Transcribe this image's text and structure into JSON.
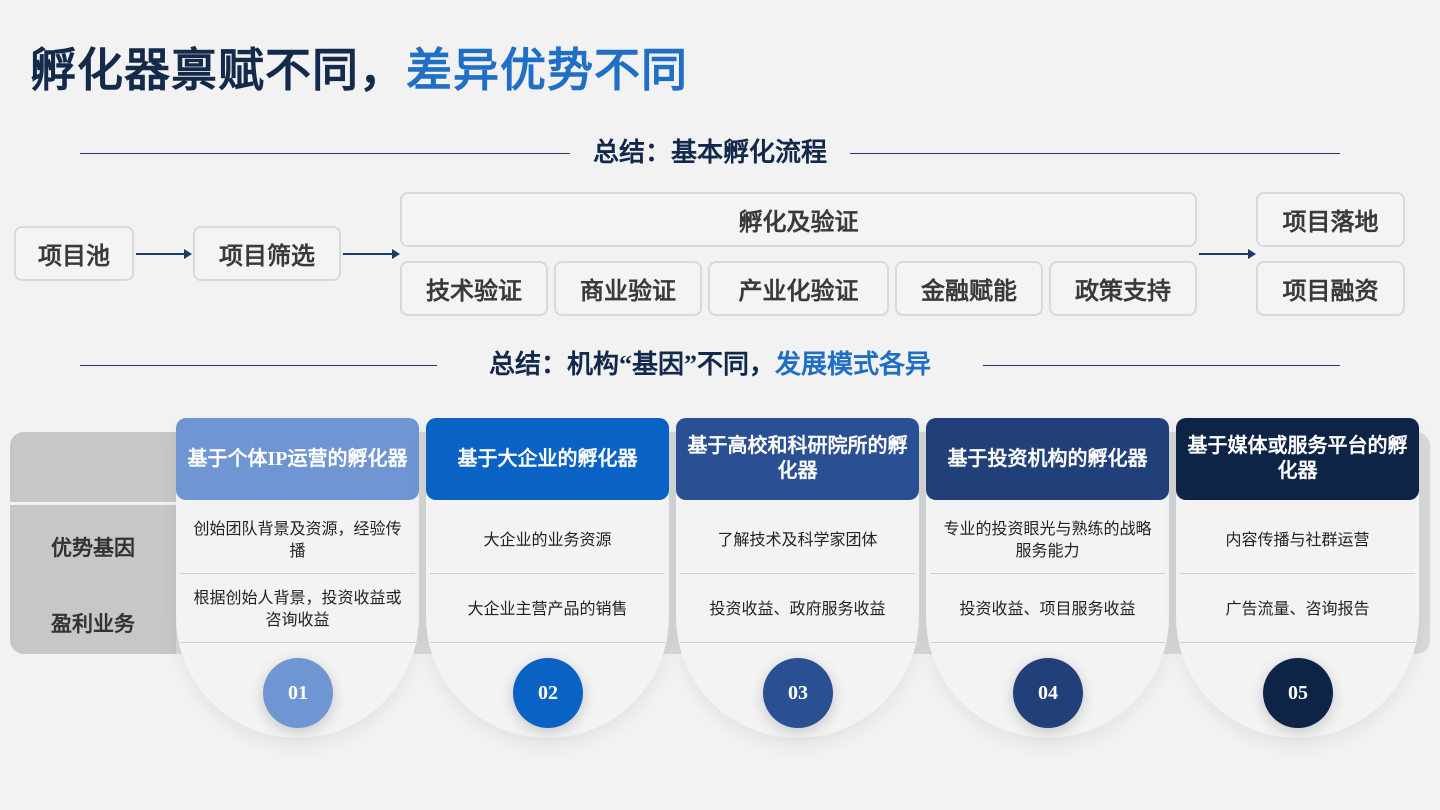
{
  "title": {
    "part1": "孵化器禀赋不同，",
    "part2": "差异优势不同"
  },
  "section1": {
    "prefix": "总结：",
    "highlight": "基本孵化流程"
  },
  "flow": {
    "pool": "项目池",
    "screen": "项目筛选",
    "incubate": "孵化及验证",
    "steps": [
      "技术验证",
      "商业验证",
      "产业化验证",
      "金融赋能",
      "政策支持"
    ],
    "landing": "项目落地",
    "financing": "项目融资"
  },
  "section2": {
    "prefix": "总结：机构“基因”不同，",
    "highlight": "发展模式各异"
  },
  "rows": {
    "advantage": "优势基因",
    "profit": "盈利业务"
  },
  "columns": [
    {
      "header": "基于个体IP运营的孵化器",
      "advantage": "创始团队背景及资源，经验传播",
      "profit": "根据创始人背景，投资收益或咨询收益",
      "num": "01",
      "color": "#6f96d2"
    },
    {
      "header": "基于大企业的孵化器",
      "advantage": "大企业的业务资源",
      "profit": "大企业主营产品的销售",
      "num": "02",
      "color": "#0a62c4"
    },
    {
      "header": "基于高校和科研院所的孵化器",
      "advantage": "了解技术及科学家团体",
      "profit": "投资收益、政府服务收益",
      "num": "03",
      "color": "#2b4f93"
    },
    {
      "header": "基于投资机构的孵化器",
      "advantage": "专业的投资眼光与熟练的战略服务能力",
      "profit": "投资收益、项目服务收益",
      "num": "04",
      "color": "#213f78"
    },
    {
      "header": "基于媒体或服务平台的孵化器",
      "advantage": "内容传播与社群运营",
      "profit": "广告流量、咨询报告",
      "num": "05",
      "color": "#0e2447"
    }
  ]
}
